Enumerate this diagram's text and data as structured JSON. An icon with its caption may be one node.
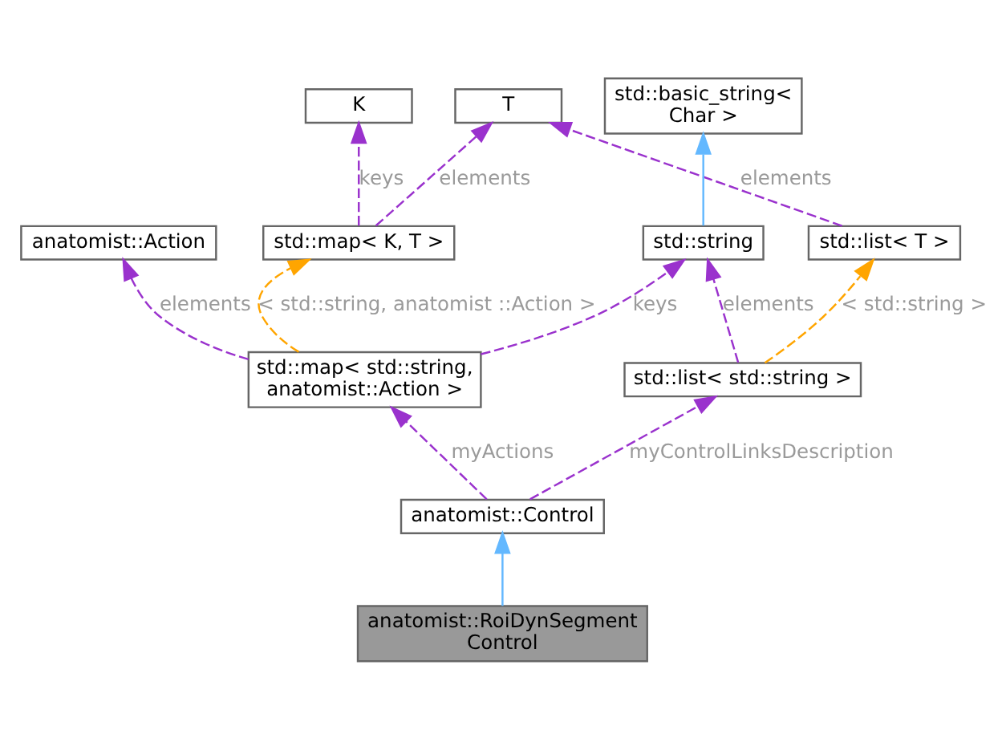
{
  "diagram": {
    "nodes": [
      {
        "text": [
          "K"
        ]
      },
      {
        "text": [
          "T"
        ]
      },
      {
        "text": [
          "std::basic_string< Char >"
        ]
      },
      {
        "text": [
          "anatomist::Action"
        ]
      },
      {
        "text": [
          "std::map< K, T >"
        ]
      },
      {
        "text": [
          "std::list< T >"
        ]
      },
      {
        "text": [
          "std::string"
        ]
      },
      {
        "text": [
          "std::map< std::string, anatomist::Action >"
        ]
      },
      {
        "text": [
          "std::list< std::string >"
        ]
      },
      {
        "text": [
          "anatomist::Control"
        ]
      },
      {
        "text": [
          "anatomist::RoiDynSegment Control"
        ]
      }
    ],
    "edges": [
      {
        "from": 4,
        "to": 0,
        "arrow": "to",
        "label": "keys",
        "style": "dashed"
      },
      {
        "from": 4,
        "to": 1,
        "arrow": "to",
        "label": "elements",
        "style": "dashed"
      },
      {
        "from": 5,
        "to": 1,
        "arrow": "to",
        "label": "elements",
        "style": "dashed"
      },
      {
        "from": 6,
        "to": 2,
        "arrow": "to",
        "color": "#63b8ff"
      },
      {
        "from": 7,
        "to": 3,
        "arrow": "to",
        "label": "elements",
        "style": "dashed"
      },
      {
        "from": 7,
        "to": 4,
        "arrow": "to",
        "label": "< std::string, anatomist ::Action >",
        "style": "dashed",
        "color": "#ffa500"
      },
      {
        "from": 7,
        "to": 6,
        "arrow": "to",
        "label": "keys",
        "style": "dashed"
      },
      {
        "from": 8,
        "to": 5,
        "arrow": "to",
        "label": "< std::string >",
        "style": "dashed",
        "color": "#ffa500"
      },
      {
        "from": 8,
        "to": 6,
        "arrow": "to",
        "label": "elements",
        "style": "dashed"
      },
      {
        "from": 9,
        "to": 7,
        "arrow": "to",
        "label": "myActions",
        "style": "dashed"
      },
      {
        "from": 9,
        "to": 8,
        "arrow": "to",
        "label": "myControlLinksDescription",
        "style": "dashed"
      },
      {
        "from": 10,
        "to": 9,
        "arrow": "to",
        "color": "#63b8ff"
      }
    ]
  }
}
